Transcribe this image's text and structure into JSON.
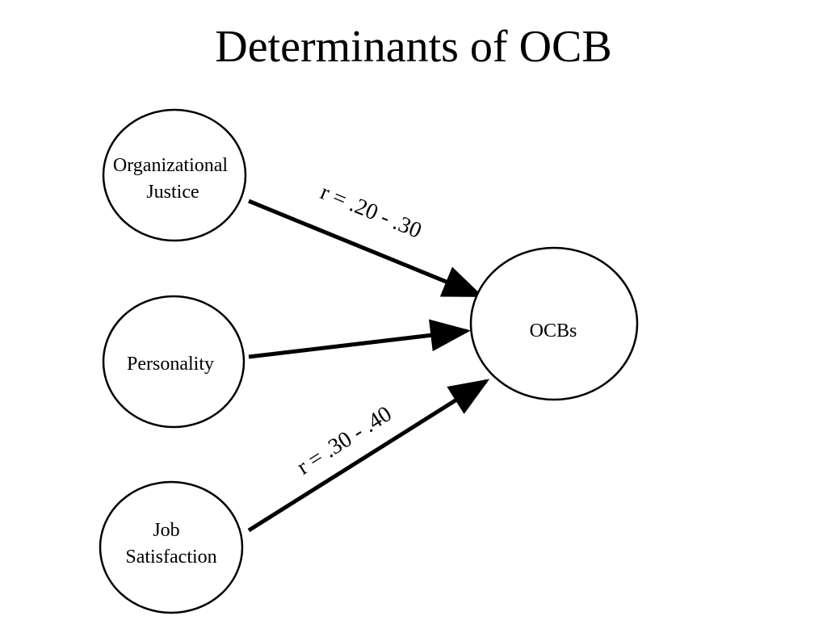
{
  "slide": {
    "title": "Determinants of OCB"
  },
  "diagram": {
    "nodes": {
      "justice": {
        "lines": [
          "Organizational",
          "Justice"
        ]
      },
      "personality": {
        "lines": [
          "Personality"
        ]
      },
      "satisfaction": {
        "lines": [
          "Job",
          "Satisfaction"
        ]
      },
      "ocbs": {
        "lines": [
          "OCBs"
        ]
      }
    },
    "edges": {
      "justice_to_ocbs": {
        "label": "r = .20 - .30"
      },
      "personality_to_ocbs": {
        "label": ""
      },
      "satisfaction_to_ocbs": {
        "label": "r = .30 - .40"
      }
    },
    "colors": {
      "stroke": "#000000",
      "fill": "#ffffff"
    }
  }
}
